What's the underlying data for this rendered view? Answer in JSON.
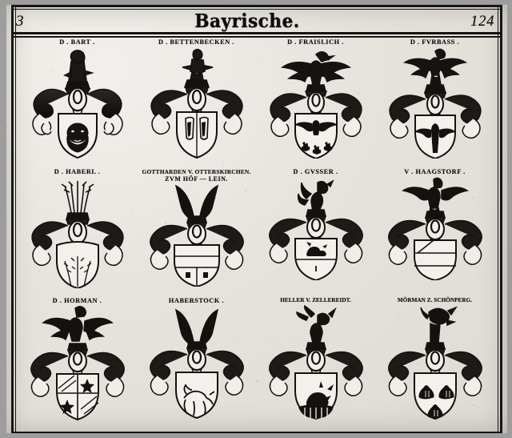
{
  "page": {
    "title": "Bayrische.",
    "folio_left": "3",
    "folio_right": "124"
  },
  "arms": [
    {
      "label": "D . BART .",
      "sub": "",
      "crest": "bearded-bust-crest",
      "charge": "bearded-mans-head"
    },
    {
      "label": "D . BETTENBECKEN .",
      "sub": "",
      "crest": "figure-crest",
      "charge": "two-pales"
    },
    {
      "label": "D . FRAISLICH .",
      "sub": "",
      "crest": "eagle-crest",
      "charge": "eagle-and-fleurs"
    },
    {
      "label": "D . FVRBASS .",
      "sub": "",
      "crest": "double-eagle-crest",
      "charge": "eagle-demi-figure"
    },
    {
      "label": "D . HABERL .",
      "sub": "",
      "crest": "oat-stalks-crest",
      "charge": "oat-stalks"
    },
    {
      "label": "GOTTHARDEN V. OTTERSKIRCHEN.",
      "sub": "ZVM HÖF — LEIN.",
      "crest": "wings-crest",
      "charge": "fess-and-per-pale"
    },
    {
      "label": "D . GVSSER .",
      "sub": "",
      "crest": "lion-crest",
      "charge": "hound-on-fess"
    },
    {
      "label": "V . HAAGSTORF .",
      "sub": "",
      "crest": "figure-wings-crest",
      "charge": "bend-and-bars"
    },
    {
      "label": "D . HORMAN .",
      "sub": "",
      "crest": "winged-figure-crest",
      "charge": "quartered-stars-bends"
    },
    {
      "label": "HABERSTOCK .",
      "sub": "",
      "crest": "wings-crest",
      "charge": "winged-hound"
    },
    {
      "label": "HELLER V. ZELLEREIDT.",
      "sub": "",
      "crest": "stag-crest",
      "charge": "demi-stag-on-mount"
    },
    {
      "label": "MÖRMAN Z. SCHÖNPERG.",
      "sub": "",
      "crest": "dragon-crest",
      "charge": "three-shells"
    }
  ],
  "colors": {
    "ink": "#141210",
    "paper": "#e9e7e2",
    "frame": "#171514",
    "surround": "#9d9d9d"
  }
}
